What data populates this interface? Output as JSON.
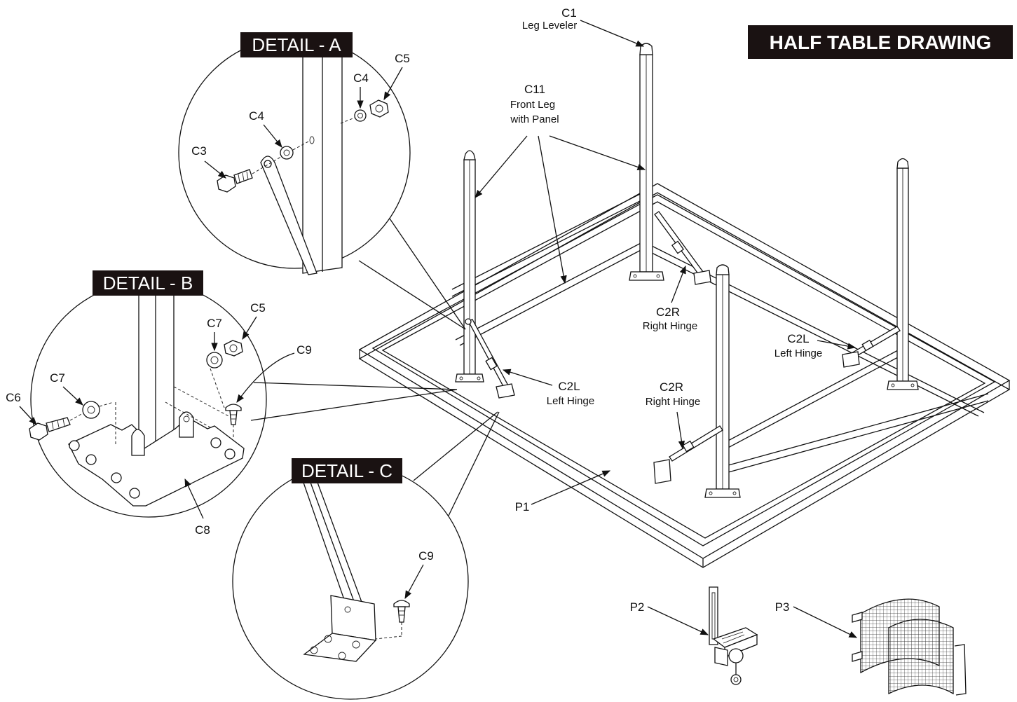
{
  "title": "HALF TABLE DRAWING",
  "details": {
    "a": "DETAIL - A",
    "b": "DETAIL - B",
    "c": "DETAIL - C"
  },
  "labels": {
    "c1": "C1",
    "c1_desc": "Leg Leveler",
    "c11": "C11",
    "c11_desc1": "Front Leg",
    "c11_desc2": "with Panel",
    "c2r": "C2R",
    "c2r_desc": "Right Hinge",
    "c2l": "C2L",
    "c2l_desc": "Left Hinge",
    "c3": "C3",
    "c4": "C4",
    "c5": "C5",
    "c6": "C6",
    "c7": "C7",
    "c8": "C8",
    "c9": "C9",
    "p1": "P1",
    "p2": "P2",
    "p3": "P3"
  }
}
